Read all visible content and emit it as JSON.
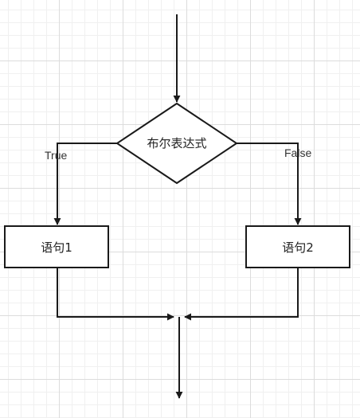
{
  "diagram": {
    "decision": {
      "label": "布尔表达式"
    },
    "process_left": {
      "label": "语句1"
    },
    "process_right": {
      "label": "语句2"
    },
    "edge_true": {
      "label": "True"
    },
    "edge_false": {
      "label": "False"
    }
  }
}
